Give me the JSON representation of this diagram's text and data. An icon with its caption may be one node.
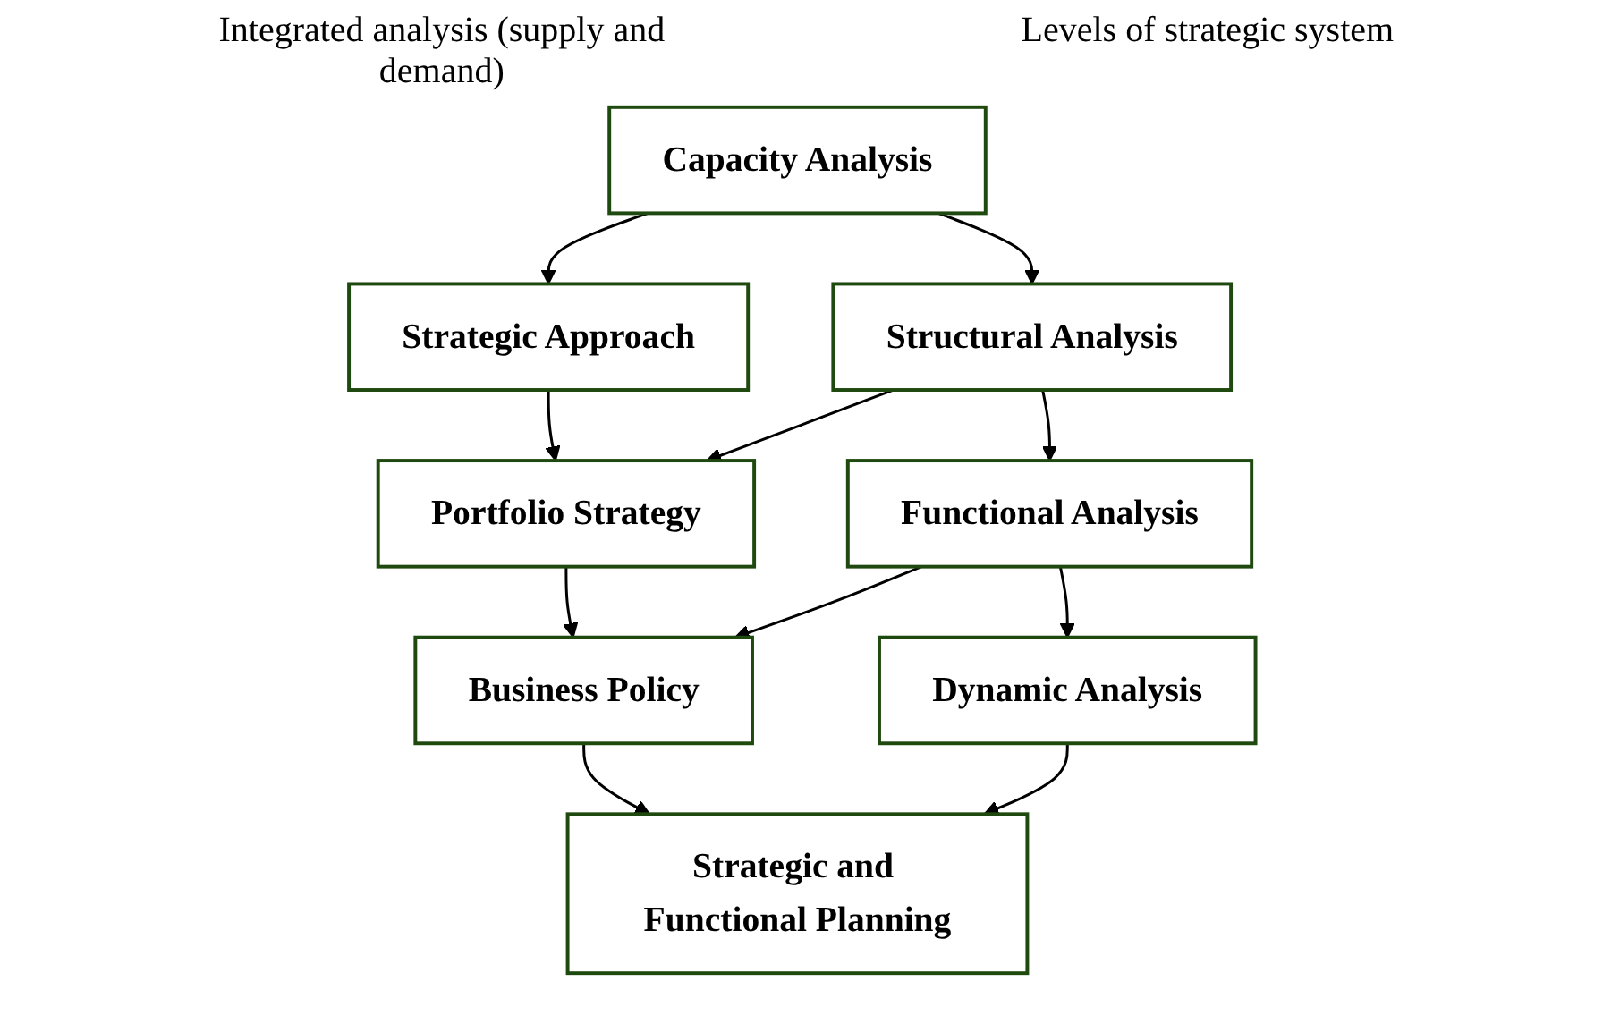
{
  "diagram": {
    "nodes": [
      {
        "text": [
          "Capacity Analysis"
        ]
      },
      {
        "text": [
          "Strategic Approach"
        ]
      },
      {
        "text": [
          "Structural Analysis"
        ]
      },
      {
        "text": [
          "Portfolio Strategy"
        ]
      },
      {
        "text": [
          "Functional Analysis"
        ]
      },
      {
        "text": [
          "Business Policy"
        ]
      },
      {
        "text": [
          "Dynamic Analysis"
        ]
      },
      {
        "text": [
          "Strategic and Functional Planning"
        ]
      }
    ],
    "edges": [
      {
        "from": 0,
        "to": 1,
        "arrow": "to"
      },
      {
        "from": 0,
        "to": 2,
        "arrow": "to"
      },
      {
        "from": 1,
        "to": 3,
        "arrow": "to"
      },
      {
        "from": 2,
        "to": 3,
        "arrow": "to"
      },
      {
        "from": 2,
        "to": 4,
        "arrow": "to"
      },
      {
        "from": 3,
        "to": 5,
        "arrow": "to"
      },
      {
        "from": 4,
        "to": 5,
        "arrow": "to"
      },
      {
        "from": 4,
        "to": 6,
        "arrow": "to"
      },
      {
        "from": 5,
        "to": 7,
        "arrow": "to"
      },
      {
        "from": 6,
        "to": 7,
        "arrow": "to"
      }
    ],
    "labels": [
      "Integrated analysis (supply and demand)",
      "Levels of strategic system"
    ]
  }
}
